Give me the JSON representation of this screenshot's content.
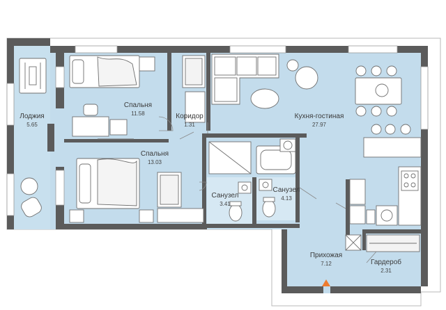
{
  "rooms": {
    "loggia": {
      "name": "Лоджия",
      "area": "5.65"
    },
    "bedroom1": {
      "name": "Спальня",
      "area": "11.58"
    },
    "corridor": {
      "name": "Коридор",
      "area": "1.31"
    },
    "kitchen": {
      "name": "Кухня-гостиная",
      "area": "27.97"
    },
    "bedroom2": {
      "name": "Спальня",
      "area": "13.03"
    },
    "bath1": {
      "name": "Санузел",
      "area": "3.41"
    },
    "bath2": {
      "name": "Санузел",
      "area": "4.13"
    },
    "hall": {
      "name": "Прихожая",
      "area": "7.12"
    },
    "wardrobe": {
      "name": "Гардероб",
      "area": "2.31"
    }
  },
  "colors": {
    "floor": "#c3dcec",
    "wall": "#5b5b5b",
    "outline": "#b9b9b9",
    "furniture": "#ffffff",
    "line": "#6f6f6f",
    "tile": "#d9eaf5",
    "entrance_marker": "#ee7b2f"
  },
  "icons": [
    "sofa-icon",
    "dining-table-icon",
    "bed-icon",
    "desk-icon",
    "bathtub-icon",
    "shower-icon",
    "toilet-icon",
    "sink-icon",
    "stove-icon",
    "washing-machine-icon",
    "exercise-bench-icon",
    "armchair-icon",
    "entrance-arrow-icon"
  ]
}
